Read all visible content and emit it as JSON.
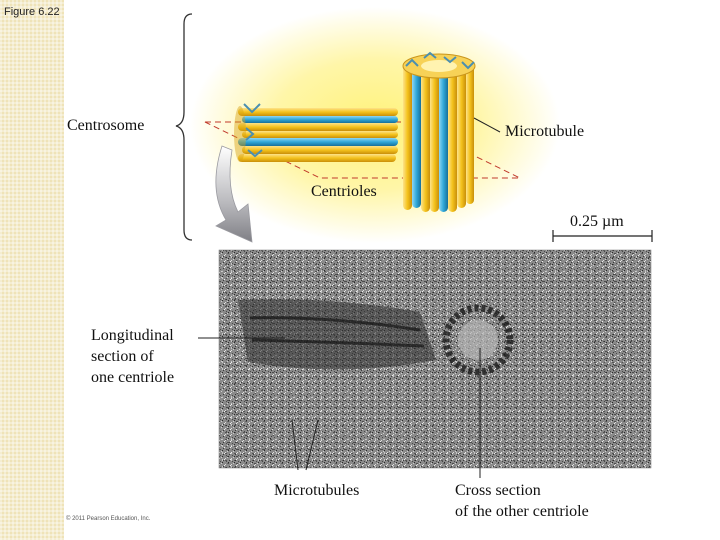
{
  "figure_label": "Figure 6.22",
  "copyright": "© 2011 Pearson Education, Inc.",
  "labels": {
    "centrosome": "Centrosome",
    "microtubule": "Microtubule",
    "centrioles": "Centrioles",
    "scale": "0.25 µm",
    "longitudinal": [
      "Longitudinal",
      "section of",
      "one centriole"
    ],
    "microtubules": "Microtubules",
    "cross_section": [
      "Cross section",
      "of the other centriole"
    ]
  },
  "colors": {
    "sidebar": "#efe3b8",
    "glow": "#fff06a",
    "tube_yellow": "#f4c21c",
    "tube_blue": "#2fa7d8",
    "guide_red": "#c0392b"
  }
}
